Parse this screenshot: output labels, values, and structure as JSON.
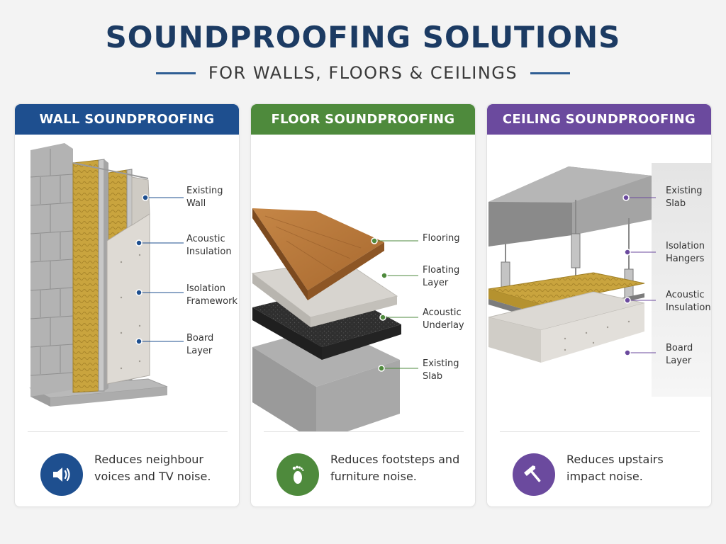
{
  "title": "SOUNDPROOFING SOLUTIONS",
  "subtitle": "FOR WALLS, FLOORS & CEILINGS",
  "colors": {
    "wall": "#1e4f8f",
    "floor": "#4e8a3c",
    "ceiling": "#6b4a9e",
    "title": "#1c3b63"
  },
  "wall": {
    "header": "WALL SOUNDPROOFING",
    "labels": [
      "Existing Wall",
      "Acoustic Insulation",
      "Isolation Framework",
      "Board Layer"
    ],
    "icon": "speaker-icon",
    "benefit": "Reduces neighbour voices and TV noise."
  },
  "floor": {
    "header": "FLOOR SOUNDPROOFING",
    "labels": [
      "Flooring",
      "Floating Layer",
      "Acoustic Underlay",
      "Existing Slab"
    ],
    "icon": "footprint-icon",
    "benefit": "Reduces footsteps and furniture noise."
  },
  "ceiling": {
    "header": "CEILING SOUNDPROOFING",
    "labels": [
      "Existing Slab",
      "Isolation Hangers",
      "Acoustic Insulation",
      "Board Layer"
    ],
    "icon": "hammer-icon",
    "benefit": "Reduces upstairs impact noise."
  }
}
